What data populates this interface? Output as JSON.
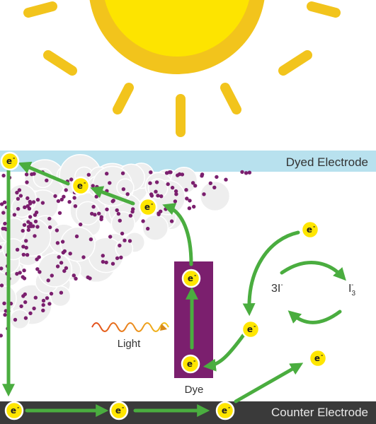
{
  "labels": {
    "top_electrode": "Dyed Electrode",
    "bottom_electrode": "Counter Electrode",
    "dye": "Dye",
    "light": "Light",
    "iodide": "3I",
    "iodide_sup": "-",
    "triiodide_main": "I",
    "triiodide_sub": "3",
    "triiodide_sup": "-"
  },
  "electron": {
    "symbol": "e",
    "charge": "-"
  },
  "colors": {
    "sun_outer": "#f2c41c",
    "sun_inner": "#fde400",
    "sky_bar": "#b8e1ee",
    "counter_bar": "#3a3a3a",
    "counter_text": "#e8e8e8",
    "dye": "#7b1f6e",
    "arrow": "#4aad3f",
    "dots": "#7b1f6e",
    "particles": "#eeeeee",
    "electron": "#ffe600"
  },
  "icons": [
    "sun-icon",
    "light-wave-icon",
    "electron-icon",
    "arrow-icon"
  ]
}
